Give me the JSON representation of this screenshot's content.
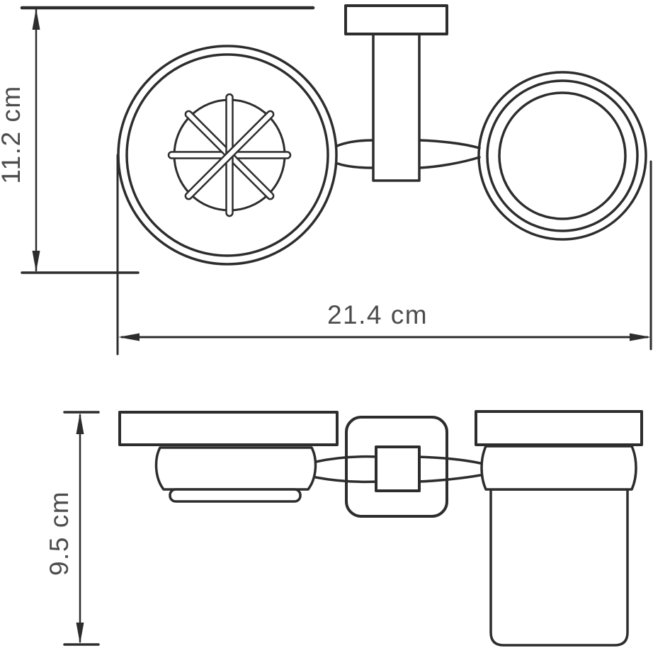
{
  "dimensions": {
    "top_height": "11.2 cm",
    "overall_width": "21.4 cm",
    "front_height": "9.5 cm"
  },
  "colors": {
    "line": "#2d2d2d",
    "text": "#4c4c4c",
    "background": "#ffffff"
  }
}
